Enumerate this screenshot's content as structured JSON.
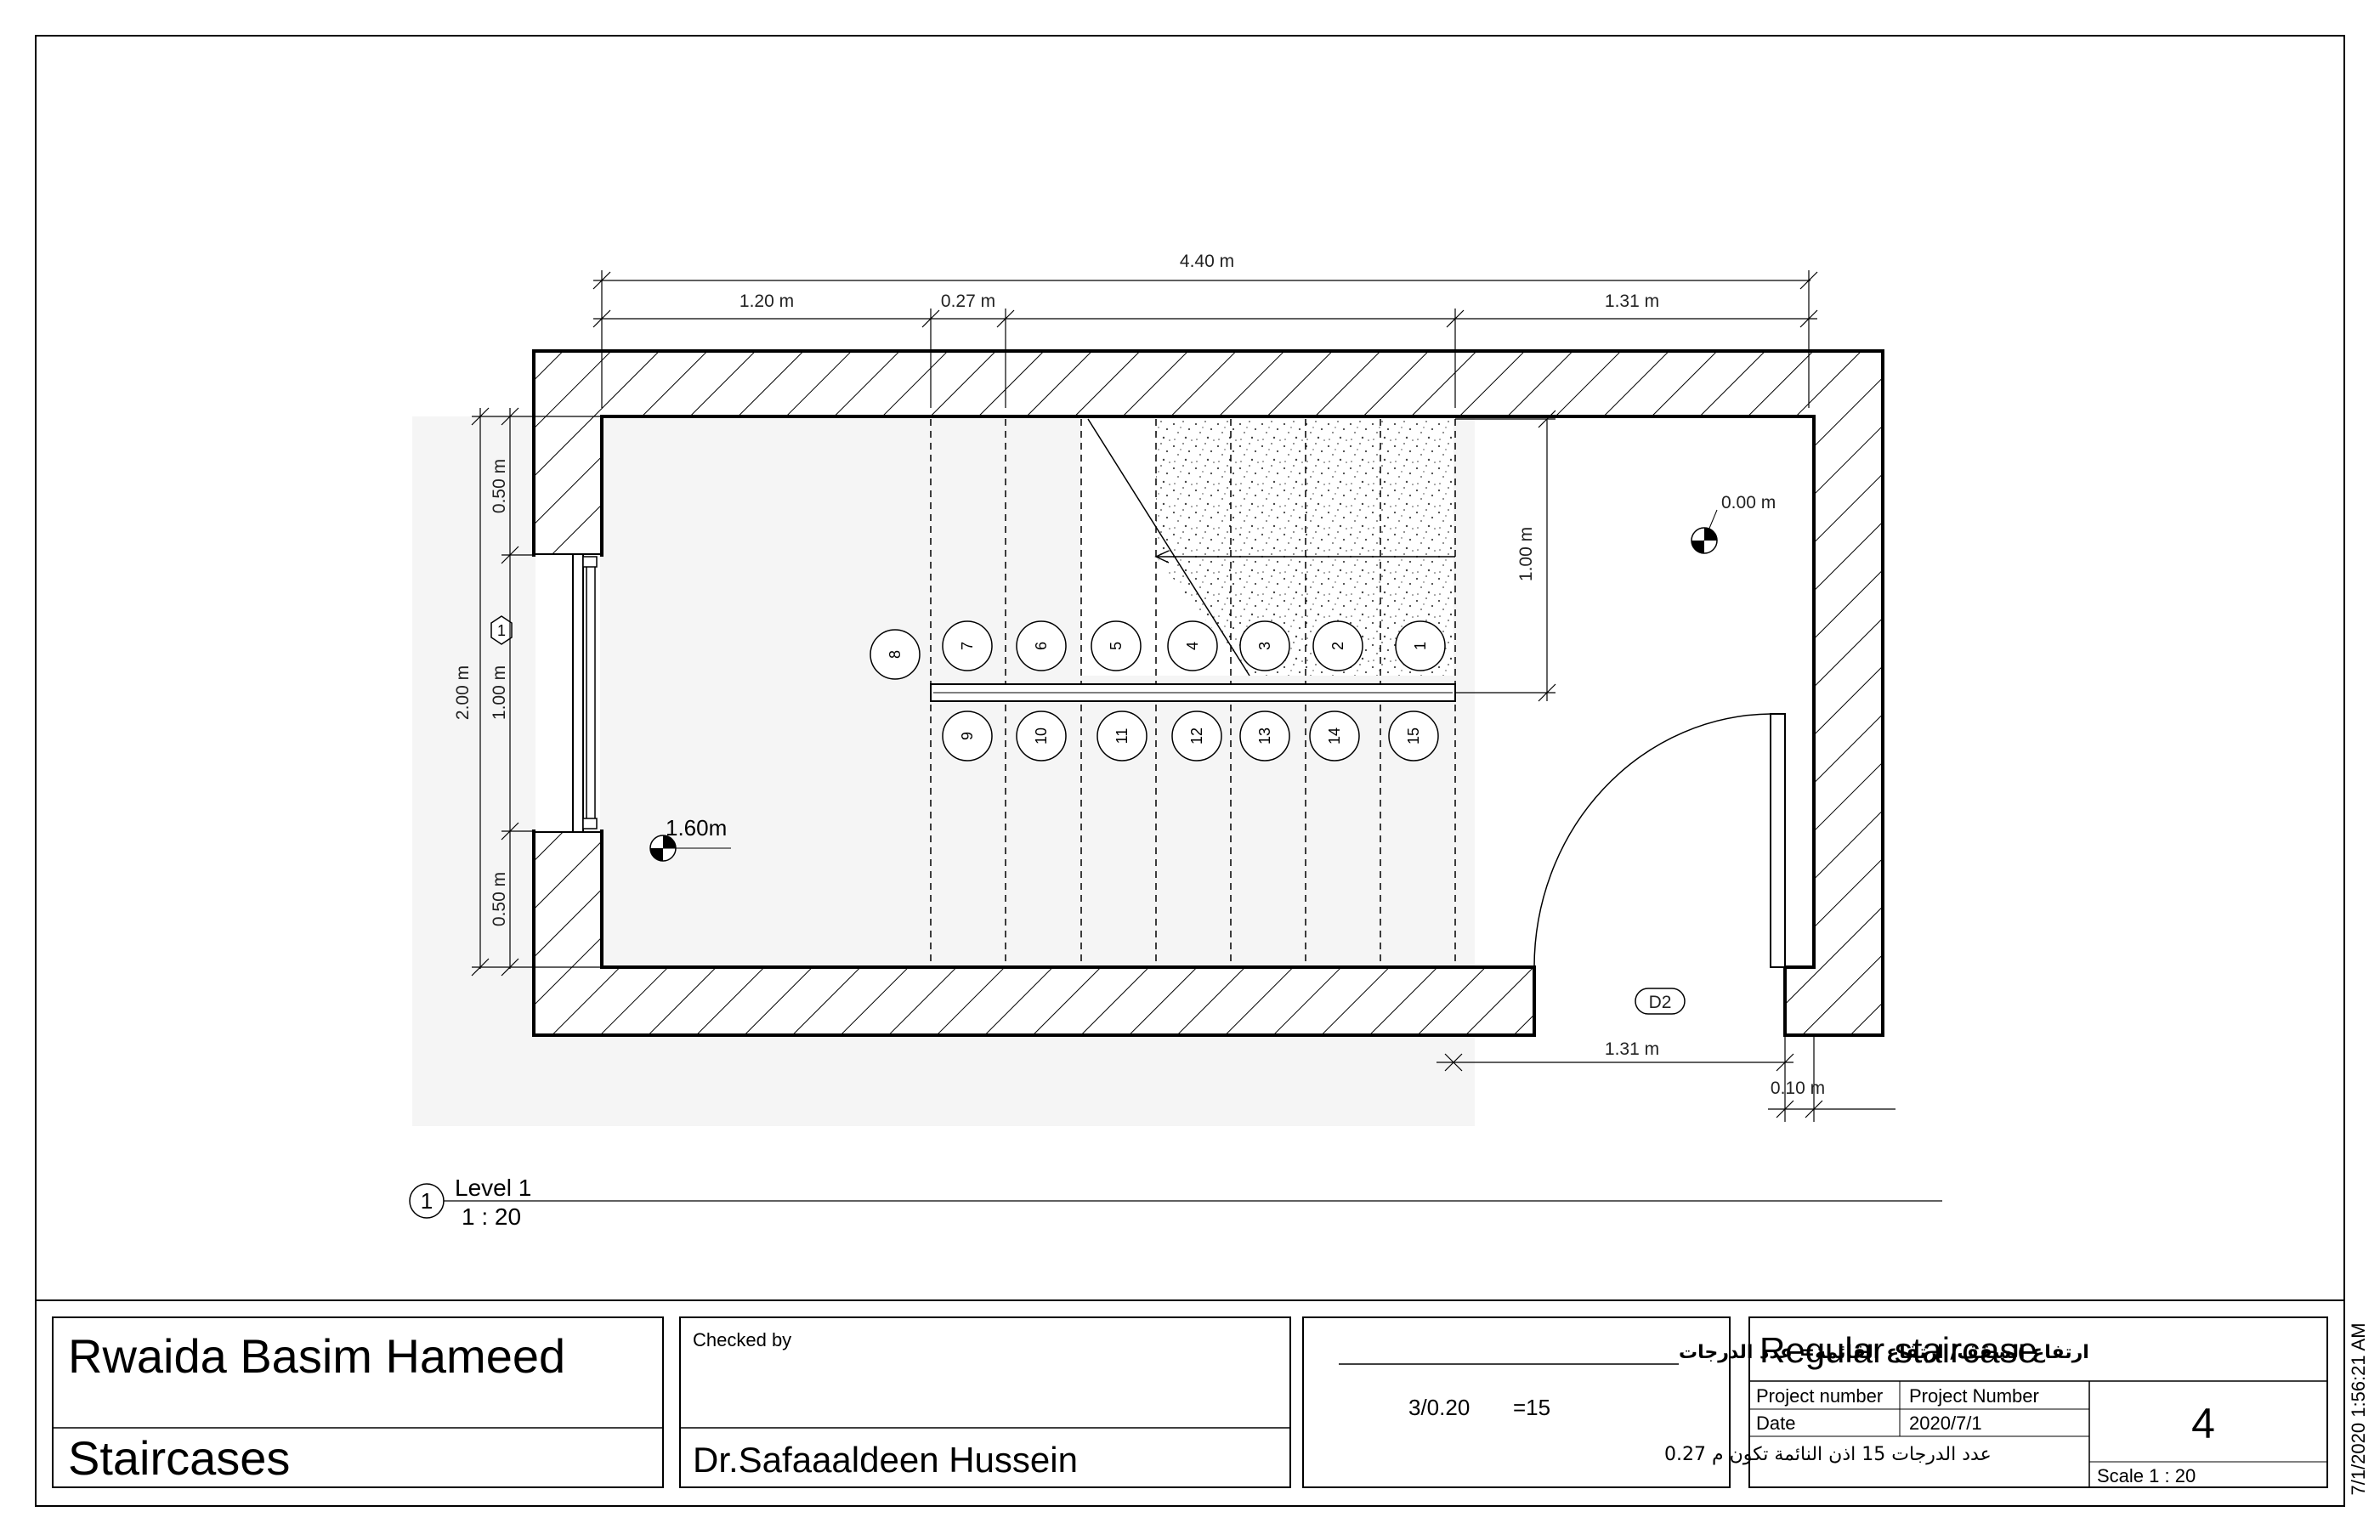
{
  "drawing": {
    "dimensions": {
      "overall_length": "4.40 m",
      "left_landing": "1.20 m",
      "tread": "0.27 m",
      "right_landing_top": "1.31 m",
      "left_top_wall": "0.50 m",
      "left_opening": "1.00 m",
      "left_bottom_wall": "0.50 m",
      "overall_width": "2.00 m",
      "flight_width": "1.00 m",
      "door_width": "1.31 m",
      "wall_thickness": "0.10 m"
    },
    "level_start": "0.00 m",
    "level_landing": "1.60m",
    "window_tag": "1",
    "door_tag": "D2",
    "upper_flight_steps": [
      "1",
      "2",
      "3",
      "4",
      "5",
      "6",
      "7",
      "8"
    ],
    "lower_flight_steps": [
      "9",
      "10",
      "11",
      "12",
      "13",
      "14",
      "15"
    ]
  },
  "view": {
    "number": "1",
    "name": "Level 1",
    "scale": "1 : 20"
  },
  "title_block": {
    "author": "Rwaida Basim Hameed",
    "subject": "Staircases",
    "checked_by_label": "Checked by",
    "checker": "Dr.Safaaaldeen Hussein",
    "formula": "ارتفاع السقف/ ارتفاع القائمة= عدد الدرجات",
    "calc_left": "3/0.20",
    "calc_right": "=15",
    "conclusion": "عدد الدرجات 15 اذن النائمة تكون م 0.27",
    "sheet_name": "Regular staircase",
    "project_number_label": "Project number",
    "project_number_value": "Project Number",
    "date_label": "Date",
    "date_value": "2020/7/1",
    "sheet_number": "4",
    "scale_label": "Scale  1 : 20",
    "timestamp": "7/1/2020 1:56:21 AM"
  }
}
